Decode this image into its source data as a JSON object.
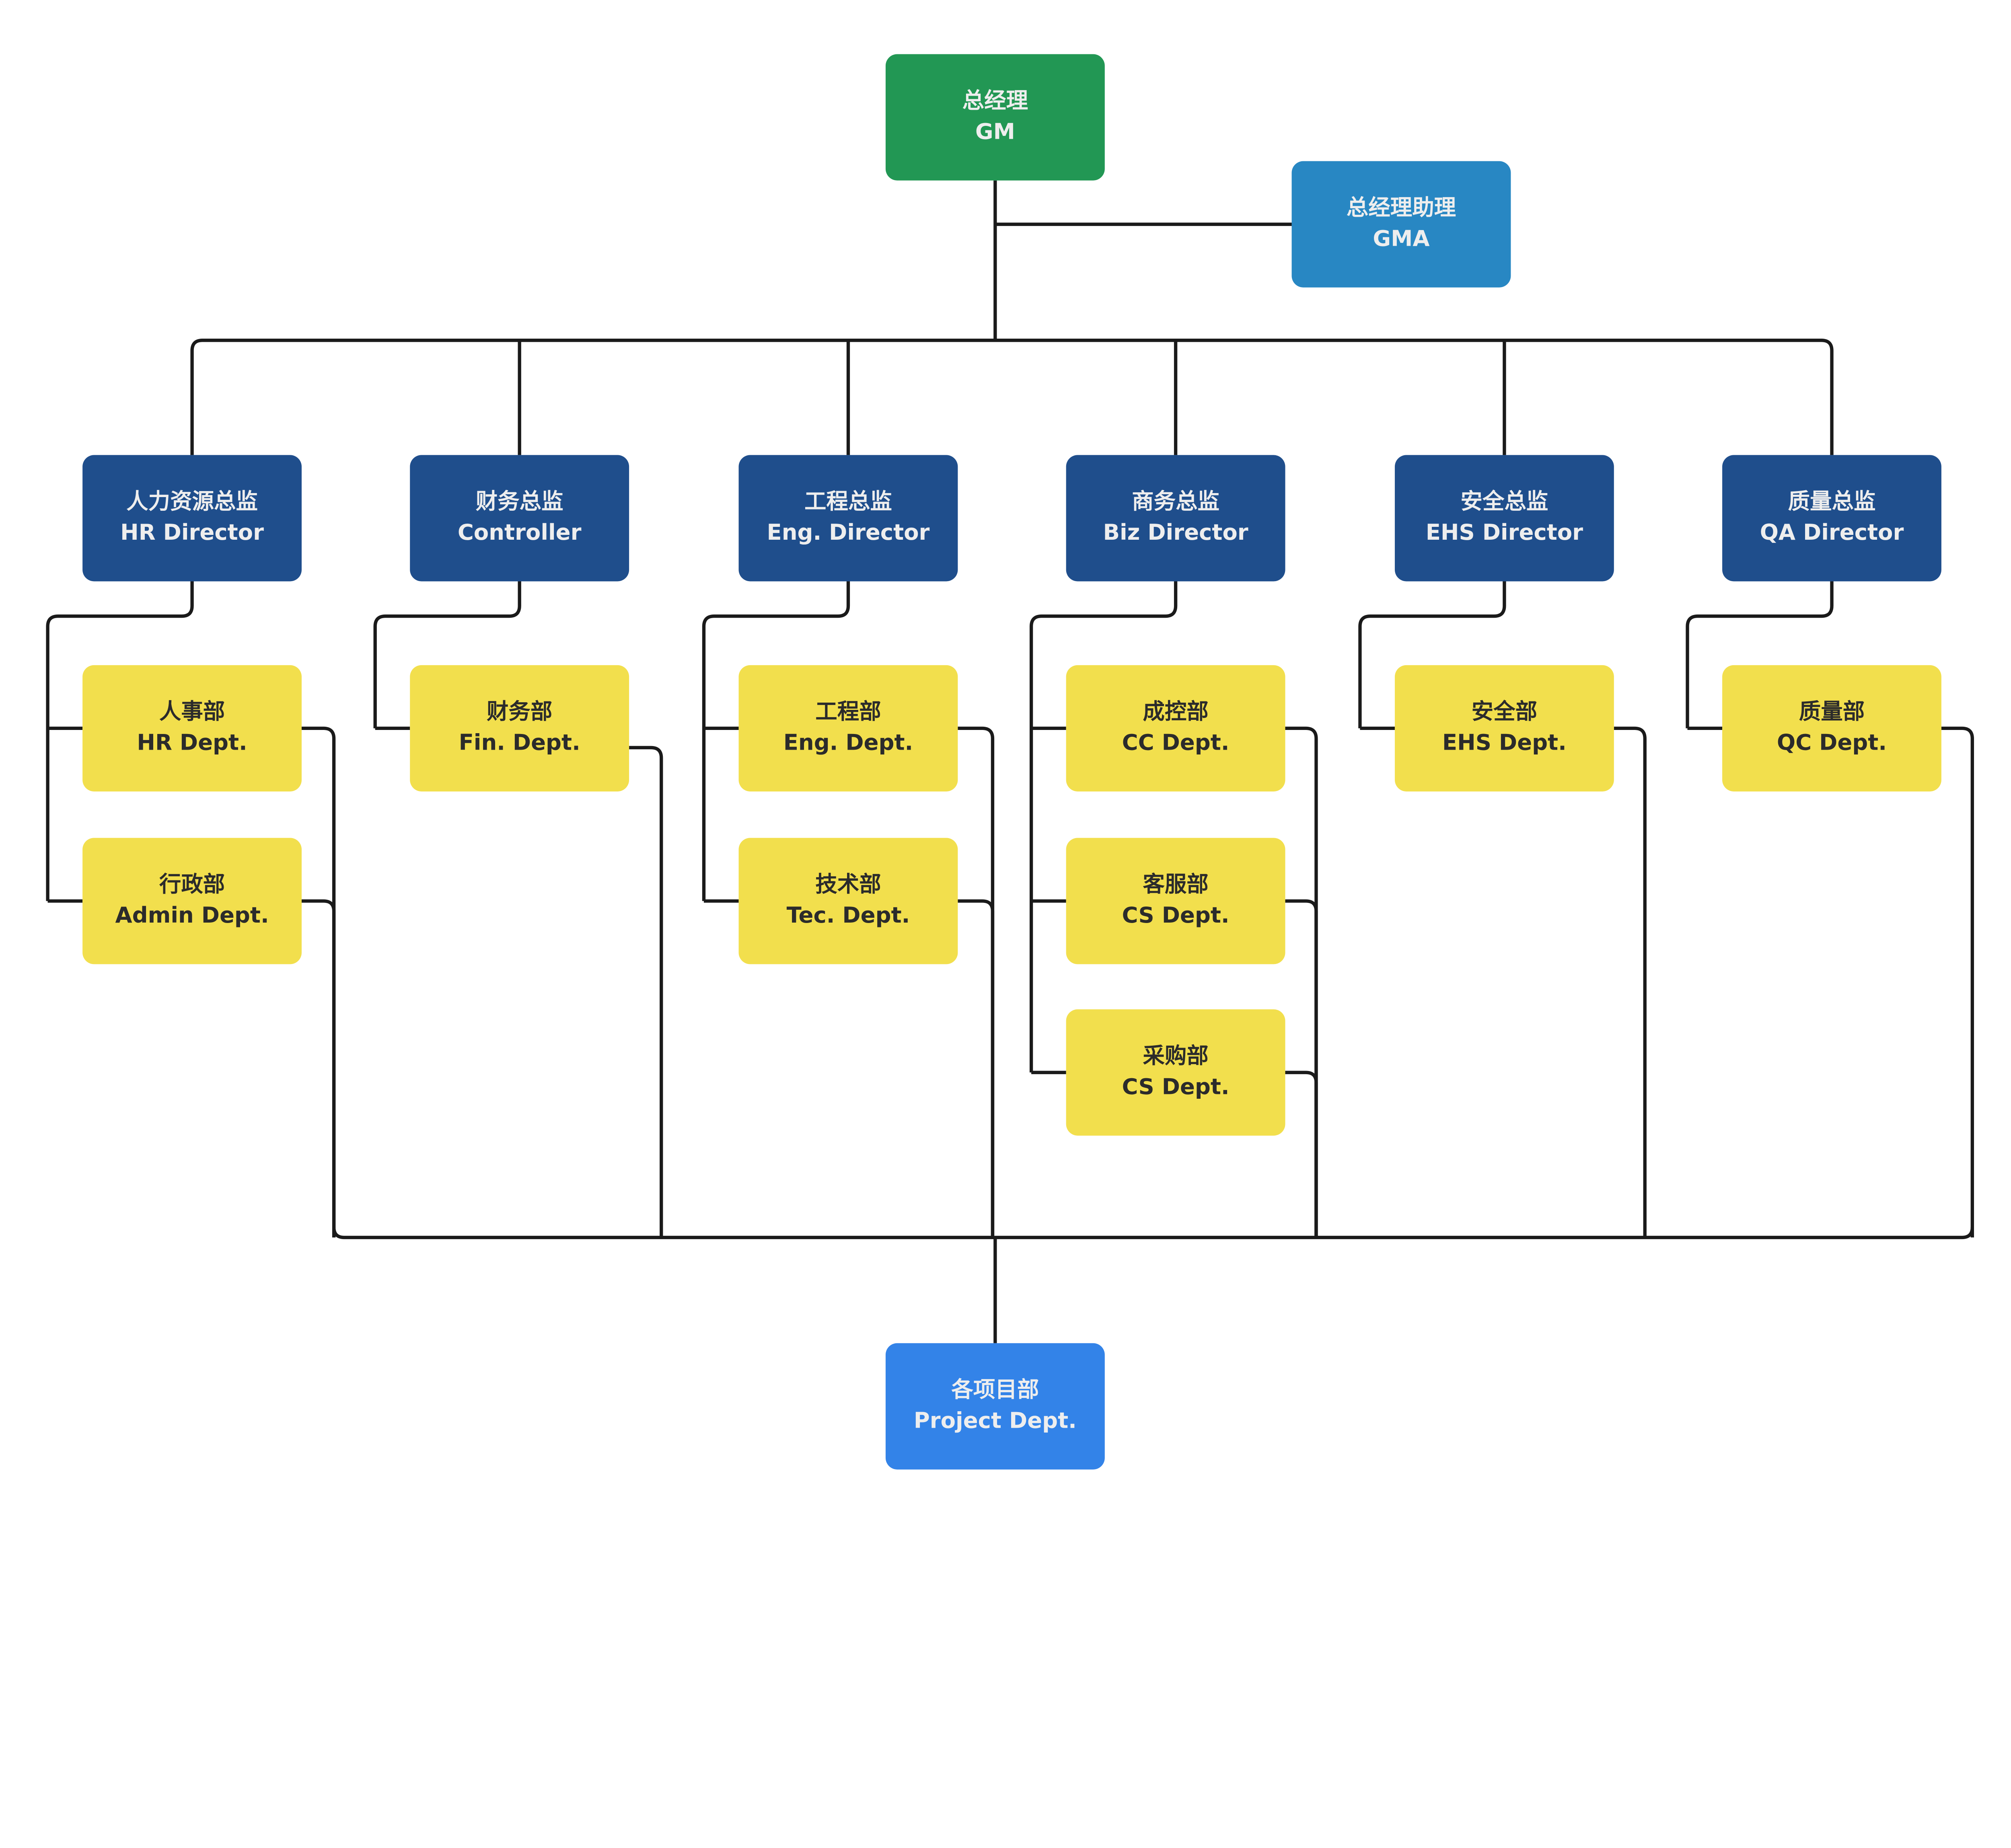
{
  "colors": {
    "gm": "#229754",
    "assistant": "#2887c3",
    "director": "#1f4e8c",
    "department": "#f2df4d",
    "project": "#3383e8",
    "connector": "#1a1a1a",
    "light_text": "#eeeeee",
    "dark_text": "#2b2b2b"
  },
  "gm": {
    "cn": "总经理",
    "en": "GM"
  },
  "assistant": {
    "cn": "总经理助理",
    "en": "GMA"
  },
  "directors": [
    {
      "cn": "人力资源总监",
      "en": "HR Director",
      "departments": [
        {
          "cn": "人事部",
          "en": "HR Dept."
        },
        {
          "cn": "行政部",
          "en": "Admin Dept."
        }
      ]
    },
    {
      "cn": "财务总监",
      "en": "Controller",
      "departments": [
        {
          "cn": "财务部",
          "en": "Fin. Dept."
        }
      ]
    },
    {
      "cn": "工程总监",
      "en": "Eng. Director",
      "departments": [
        {
          "cn": "工程部",
          "en": "Eng. Dept."
        },
        {
          "cn": "技术部",
          "en": "Tec. Dept."
        }
      ]
    },
    {
      "cn": "商务总监",
      "en": "Biz Director",
      "departments": [
        {
          "cn": "成控部",
          "en": "CC Dept."
        },
        {
          "cn": "客服部",
          "en": "CS Dept."
        },
        {
          "cn": "采购部",
          "en": "CS Dept."
        }
      ]
    },
    {
      "cn": "安全总监",
      "en": "EHS Director",
      "departments": [
        {
          "cn": "安全部",
          "en": "EHS Dept."
        }
      ]
    },
    {
      "cn": "质量总监",
      "en": "QA Director",
      "departments": [
        {
          "cn": "质量部",
          "en": "QC Dept."
        }
      ]
    }
  ],
  "project": {
    "cn": "各项目部",
    "en": "Project Dept."
  }
}
